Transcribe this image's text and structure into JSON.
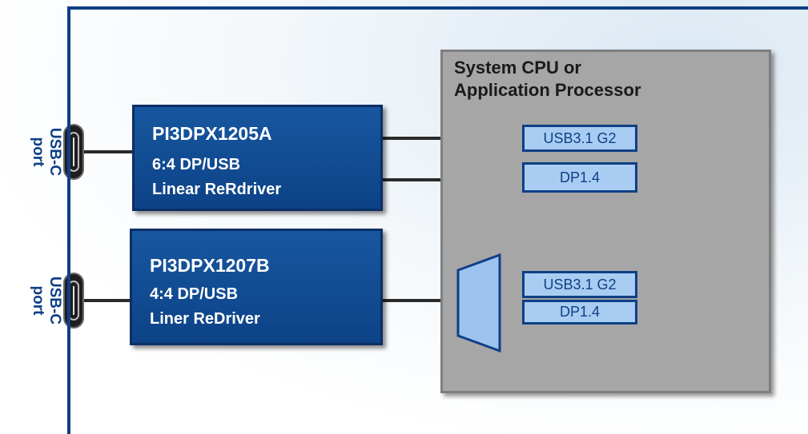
{
  "board": {
    "accent_color": "#0e3f86"
  },
  "ports": [
    {
      "line1": "USB-C",
      "line2": "port",
      "icon": "usb-c-connector-icon"
    },
    {
      "line1": "USB-C",
      "line2": "port",
      "icon": "usb-c-connector-icon"
    }
  ],
  "redrivers": [
    {
      "name": "PI3DPX1205A",
      "line2": "6:4 DP/USB",
      "line3": "Linear ReRdriver"
    },
    {
      "name": "PI3DPX1207B",
      "line2": "4:4 DP/USB",
      "line3": "Liner ReDriver"
    }
  ],
  "cpu": {
    "title_line1": "System CPU or",
    "title_line2": "Application Processor",
    "upper_ports": [
      "USB3.1 G2",
      "DP1.4"
    ],
    "lower_ports": [
      "USB3.1 G2",
      "DP1.4"
    ],
    "mux_icon": "mux-trapezoid-icon"
  },
  "colors": {
    "chip_fill": "#17579f",
    "port_fill": "#a9cdf2",
    "cpu_fill": "#a6a6a6",
    "wire": "#2a2a2a"
  }
}
